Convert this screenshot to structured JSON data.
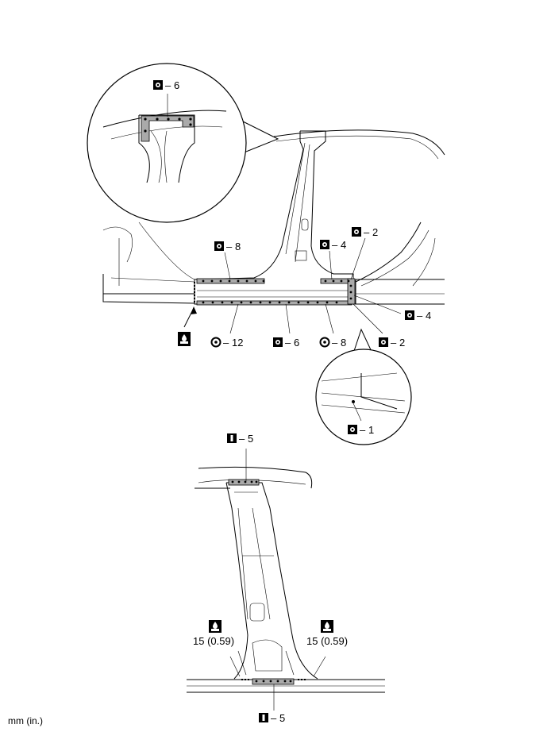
{
  "callouts": {
    "detail_top_spot": "6",
    "sill_upper_spot": "8",
    "pillar_base_spot": "4",
    "rear_upper_spot": "2",
    "rear_lower_spot": "4",
    "sill_plug_left": "12",
    "sill_lower_spot": "6",
    "sill_plug_mid": "8",
    "rear_lower_spot_b": "2",
    "detail_bottom_spot": "1",
    "pillar_top_mig": "5",
    "pillar_bottom_mig": "5",
    "braze_left_length": "15 (0.59)",
    "braze_right_length": "15 (0.59)"
  },
  "symbols": {
    "spot_weld": "spot-weld-icon",
    "plug_weld": "plug-weld-icon",
    "mig_weld": "mig-weld-icon",
    "braze": "braze-icon"
  },
  "unit_note": "mm (in.)"
}
